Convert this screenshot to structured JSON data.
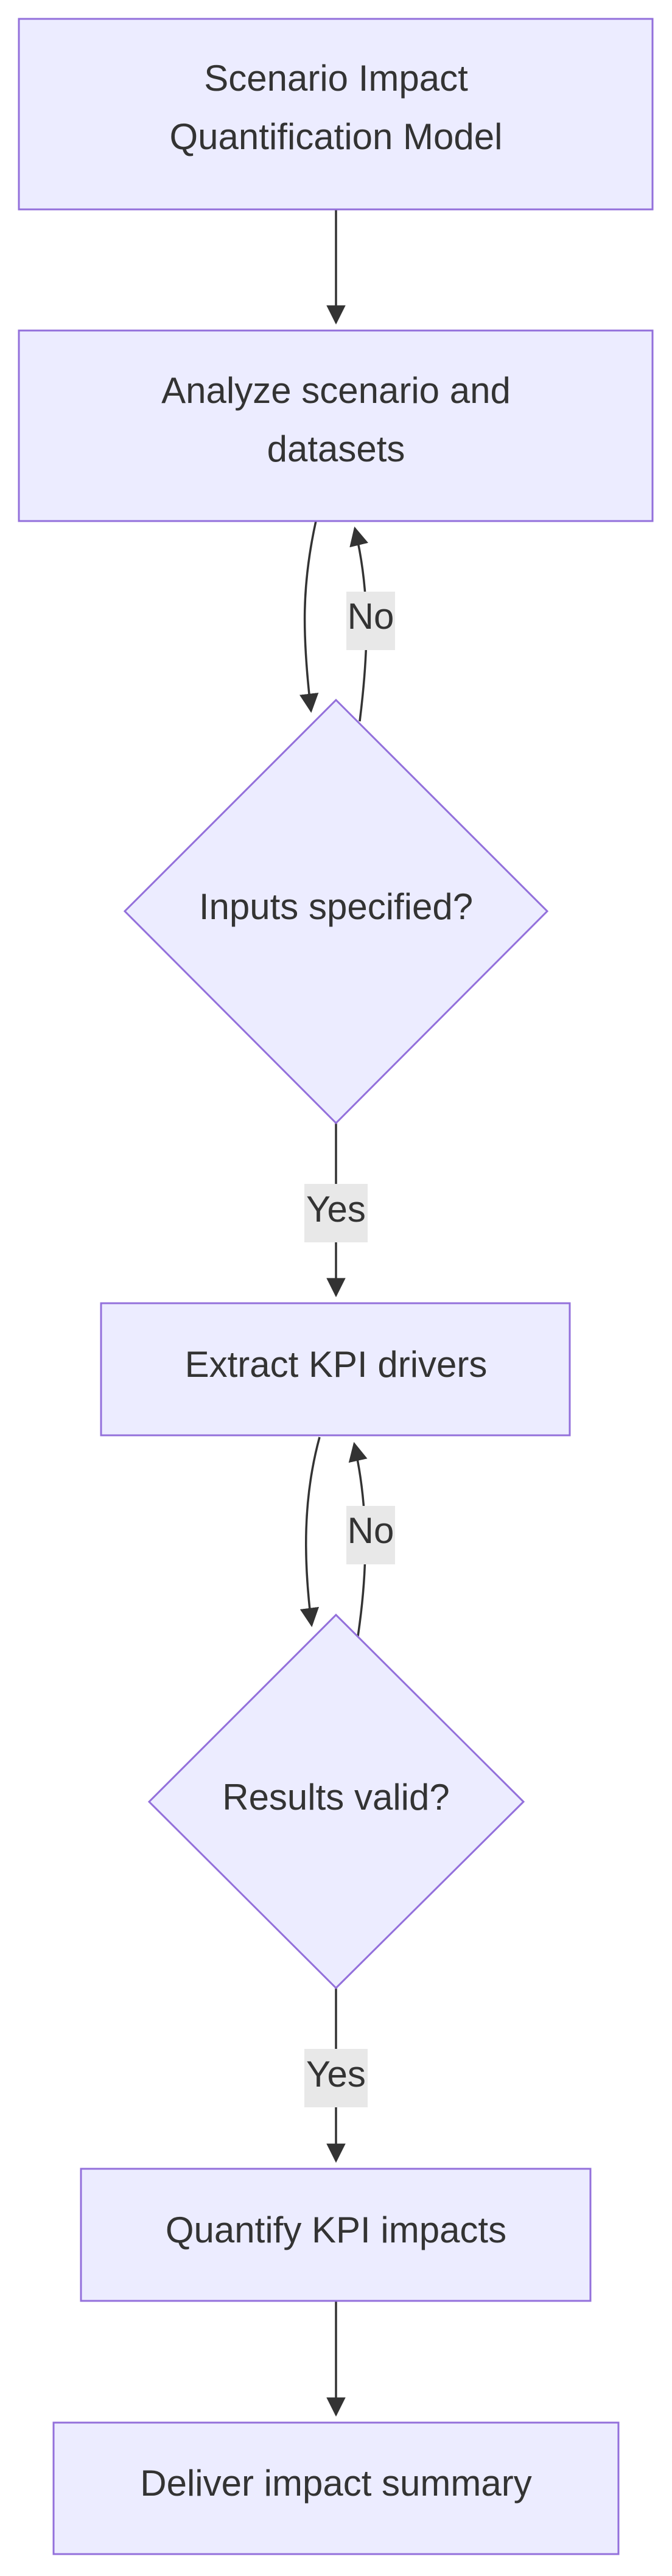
{
  "diagram": {
    "nodes": {
      "model": {
        "lines": [
          "Scenario Impact",
          "Quantification Model"
        ]
      },
      "analyze": {
        "lines": [
          "Analyze scenario and",
          "datasets"
        ]
      },
      "inputs": {
        "lines": [
          "Inputs specified?"
        ]
      },
      "extract": {
        "lines": [
          "Extract KPI drivers"
        ]
      },
      "valid": {
        "lines": [
          "Results valid?"
        ]
      },
      "quantify": {
        "lines": [
          "Quantify KPI impacts"
        ]
      },
      "deliver": {
        "lines": [
          "Deliver impact summary"
        ]
      }
    },
    "edges": {
      "inputs_no": "No",
      "inputs_yes": "Yes",
      "valid_no": "No",
      "valid_yes": "Yes"
    },
    "colors": {
      "node_fill": "#ececff",
      "node_stroke": "#9370db",
      "text": "#333333",
      "edge": "#333333",
      "label_bg": "#e8e8e8"
    }
  }
}
